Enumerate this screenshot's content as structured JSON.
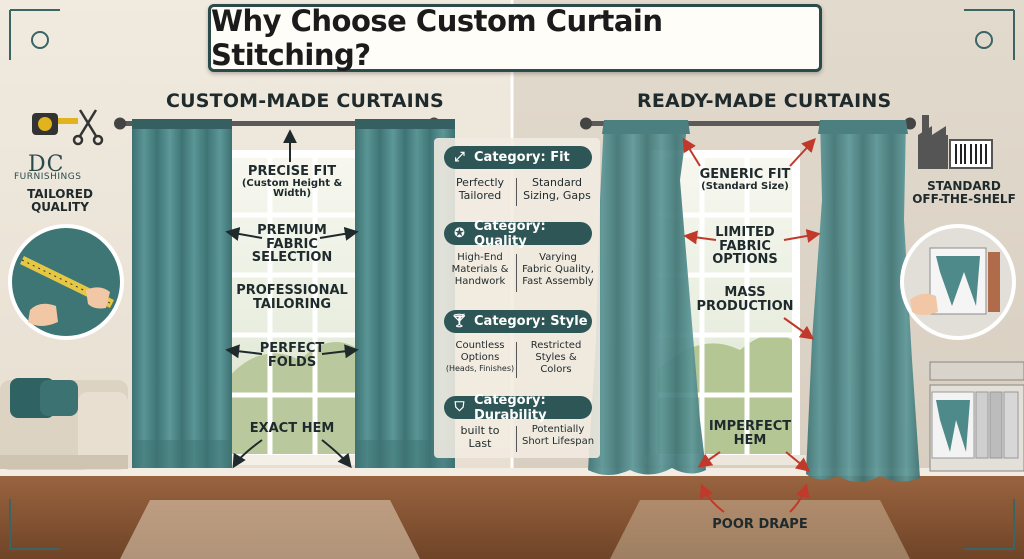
{
  "title": "Why Choose Custom Curtain Stitching?",
  "left": {
    "heading": "CUSTOM-MADE CURTAINS",
    "logo": {
      "initials": "DC",
      "name": "FURNISHINGS",
      "tagline_1": "TAILORED",
      "tagline_2": "QUALITY"
    },
    "labels": {
      "precise_fit": "PRECISE FIT",
      "precise_fit_sub": "(Custom Height & Width)",
      "premium_1": "PREMIUM",
      "premium_2": "FABRIC",
      "premium_3": "SELECTION",
      "professional_1": "PROFESSIONAL",
      "professional_2": "TAILORING",
      "perfect_1": "PERFECT",
      "perfect_2": "FOLDS",
      "exact_hem": "EXACT HEM"
    }
  },
  "right": {
    "heading": "READY-MADE CURTAINS",
    "badge_1": "STANDARD",
    "badge_2": "OFF-THE-SHELF",
    "labels": {
      "generic_fit": "GENERIC FIT",
      "generic_fit_sub": "(Standard Size)",
      "limited_1": "LIMITED",
      "limited_2": "FABRIC",
      "limited_3": "OPTIONS",
      "mass_1": "MASS",
      "mass_2": "PRODUCTION",
      "imperfect_1": "IMPERFECT",
      "imperfect_2": "HEM",
      "poor_drape": "POOR DRAPE"
    }
  },
  "categories": [
    {
      "name": "Category: Fit",
      "icon": "expand-icon",
      "custom_1": "Perfectly",
      "custom_2": "Tailored",
      "custom_small": "",
      "ready_1": "Standard",
      "ready_2": "Sizing, Gaps",
      "ready_3": ""
    },
    {
      "name": "Category: Quality",
      "icon": "award-badge-icon",
      "custom_1": "High-End",
      "custom_2": "Materials &",
      "custom_3": "Handwork",
      "ready_1": "Varying",
      "ready_2": "Fabric Quality,",
      "ready_3": "Fast Assembly"
    },
    {
      "name": "Category: Style",
      "icon": "cocktail-icon",
      "custom_1": "Countless",
      "custom_2": "Options",
      "custom_small": "(Heads, Finishes)",
      "ready_1": "Restricted",
      "ready_2": "Styles &",
      "ready_3": "Colors"
    },
    {
      "name": "Category: Durability",
      "icon": "shield-check-icon",
      "custom_1": "built to",
      "custom_2": "Last",
      "custom_small": "",
      "ready_1": "Potentially",
      "ready_2": "Short Lifespan",
      "ready_3": ""
    }
  ],
  "colors": {
    "curtain": "#4f8a8a",
    "curtain_dark": "#3a6f70",
    "pill": "#2e5656",
    "arrow_left": "#1f2a2c",
    "arrow_right": "#c0392b",
    "wall_left": "#ebe3d6",
    "wall_right": "#ddd5c8",
    "floor": "#8a5a3a"
  }
}
